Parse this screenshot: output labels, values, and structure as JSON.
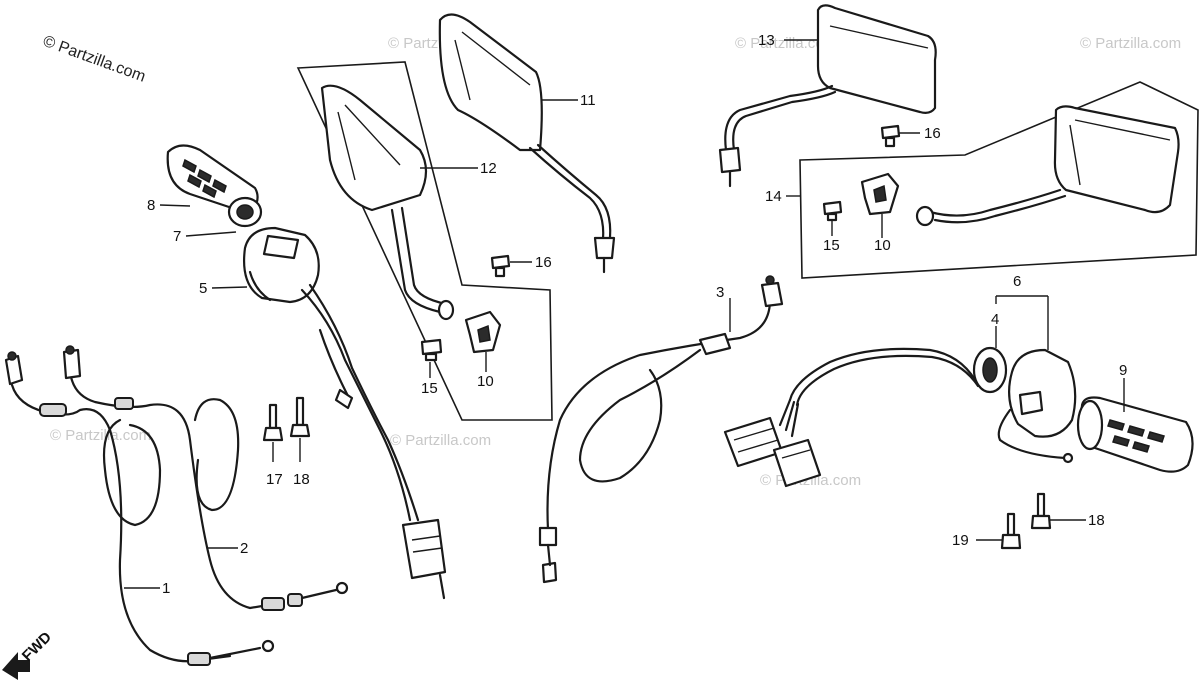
{
  "copyright": "© Partzilla.com",
  "watermark": "© Partzilla.com",
  "direction_label": "FWD",
  "callouts": {
    "c1": "1",
    "c2": "2",
    "c3": "3",
    "c4": "4",
    "c5": "5",
    "c6": "6",
    "c7": "7",
    "c8": "8",
    "c9": "9",
    "c10a": "10",
    "c10b": "10",
    "c11": "11",
    "c12": "12",
    "c13": "13",
    "c14": "14",
    "c15a": "15",
    "c15b": "15",
    "c16a": "16",
    "c16b": "16",
    "c17": "17",
    "c18a": "18",
    "c18b": "18",
    "c19": "19"
  }
}
